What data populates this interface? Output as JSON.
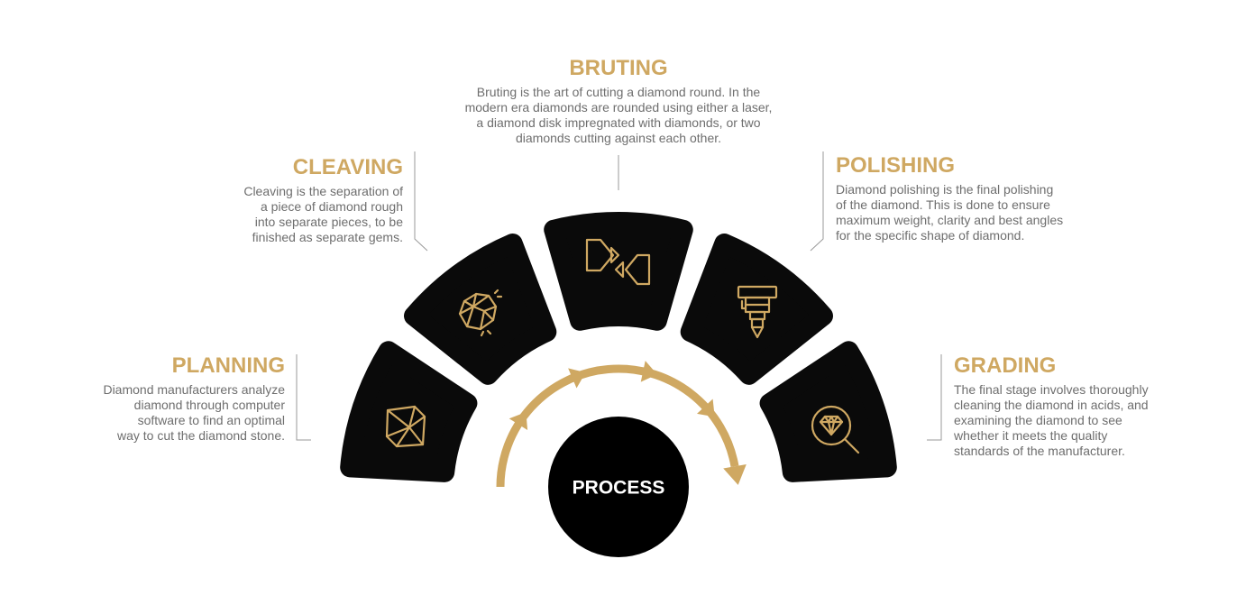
{
  "center_label": "PROCESS",
  "colors": {
    "accent": "#CFA862",
    "body_text": "#6E6E6E",
    "segment": "#0A0A0A",
    "connector": "#9A9A9A",
    "hub": "#000000"
  },
  "steps": [
    {
      "title": "PLANNING",
      "icon": "diamond-outline-icon",
      "lines": [
        "Diamond manufacturers analyze",
        "diamond through computer",
        "software to find an optimal",
        "way to cut the diamond stone."
      ]
    },
    {
      "title": "CLEAVING",
      "icon": "rough-stone-icon",
      "lines": [
        "Cleaving is the separation of",
        "a piece of diamond rough",
        "into separate pieces, to be",
        "finished as separate gems."
      ]
    },
    {
      "title": "BRUTING",
      "icon": "bruting-diamonds-icon",
      "lines": [
        "Bruting is the art of cutting a diamond round. In the",
        "modern era diamonds are rounded using either a laser,",
        "a diamond disk impregnated with diamonds, or two",
        "diamonds cutting against each other."
      ]
    },
    {
      "title": "POLISHING",
      "icon": "polishing-tool-icon",
      "lines": [
        "Diamond polishing is the final polishing",
        "of the diamond. This is done to ensure",
        "maximum weight, clarity and best angles",
        "for the specific shape of diamond."
      ]
    },
    {
      "title": "GRADING",
      "icon": "magnifier-diamond-icon",
      "lines": [
        "The final stage involves thoroughly",
        "cleaning the diamond in acids, and",
        "examining the diamond to see",
        "whether it meets the quality",
        "standards of the manufacturer."
      ]
    }
  ]
}
